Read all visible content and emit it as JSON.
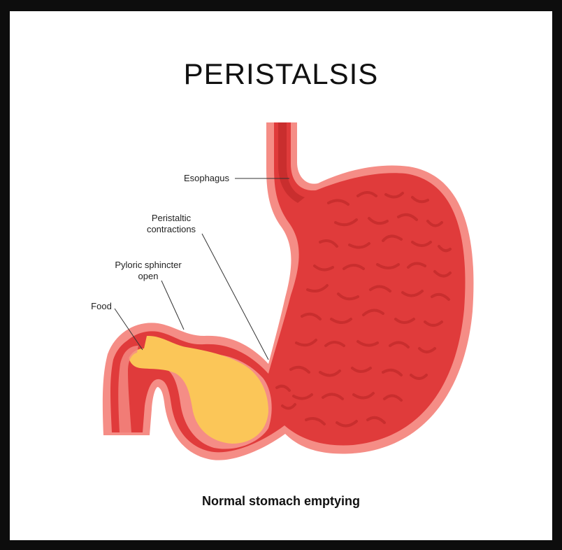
{
  "title": "PERISTALSIS",
  "caption": "Normal stomach emptying",
  "labels": {
    "esophagus": "Esophagus",
    "peristaltic_line1": "Peristaltic",
    "peristaltic_line2": "contractions",
    "pyloric_line1": "Pyloric sphincter",
    "pyloric_line2": "open",
    "food": "Food"
  },
  "colors": {
    "stomach_fill": "#e03b3b",
    "stomach_outline": "#f58d86",
    "stomach_fold": "#c92e2e",
    "food": "#fbc658",
    "frame": "#0d0d0d"
  }
}
